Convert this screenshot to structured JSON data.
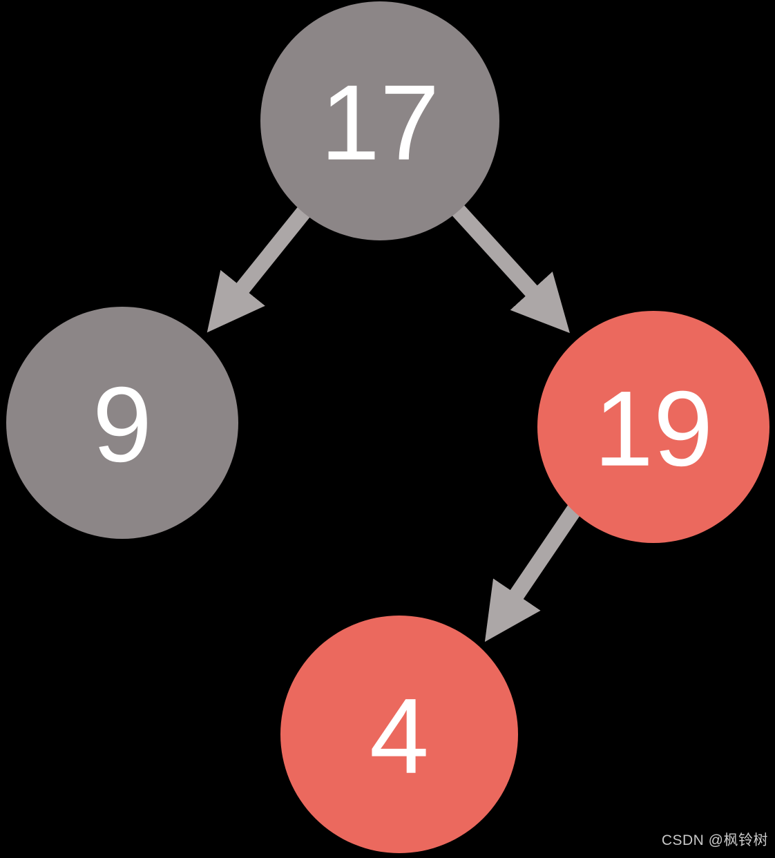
{
  "diagram": {
    "type": "binary-tree",
    "background_color": "#000000",
    "node_text_color": "#FFFFFF",
    "edge_color": "#ACA7A7",
    "gray_node_color": "#8C8687",
    "red_node_color": "#EB695E",
    "nodes": [
      {
        "id": "root",
        "value": "17",
        "color": "#8C8687"
      },
      {
        "id": "root-left",
        "value": "9",
        "color": "#8C8687"
      },
      {
        "id": "root-right",
        "value": "19",
        "color": "#EB695E"
      },
      {
        "id": "root-right-left",
        "value": "4",
        "color": "#EB695E"
      }
    ],
    "edges": [
      {
        "from": "17",
        "to": "9"
      },
      {
        "from": "17",
        "to": "19"
      },
      {
        "from": "19",
        "to": "4"
      }
    ]
  },
  "watermark": {
    "text": "CSDN @枫铃树",
    "color": "#C9C9C9"
  }
}
